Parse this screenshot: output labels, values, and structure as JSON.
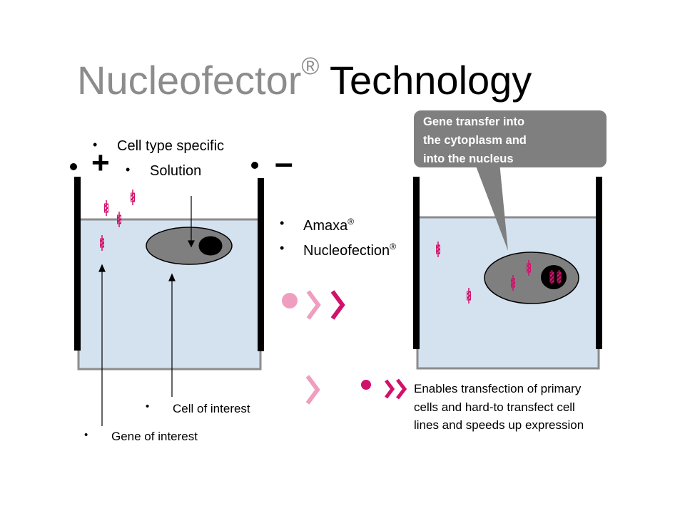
{
  "title": {
    "brand": "Nucleofector",
    "registered": "®",
    "word": "Technology"
  },
  "electrodes": {
    "plus": "+",
    "minus": "–"
  },
  "labels": {
    "cell_type_specific": "Cell type specific",
    "solution": "Solution",
    "amaxa": "Amaxa",
    "amaxa_reg": "®",
    "nucleofection": "Nucleofection",
    "nucleofection_reg": "®",
    "cell_of_interest": "Cell of interest",
    "gene_of_interest": "Gene of interest"
  },
  "callout": {
    "line1": "Gene transfer into",
    "line2": "the cytoplasm and",
    "line3": "into the nucleus"
  },
  "enables": {
    "line1": "Enables transfection of primary",
    "line2": "cells and hard-to transfect cell",
    "line3": "lines and speeds up expression"
  },
  "colors": {
    "solution": "#d4e2f0",
    "cuvette_edge": "#8c8c8c",
    "cell": "#7f7f7f",
    "callout": "#7f7f7f",
    "accent_pink": "#d1126b",
    "light_pink": "#f09ec0"
  }
}
